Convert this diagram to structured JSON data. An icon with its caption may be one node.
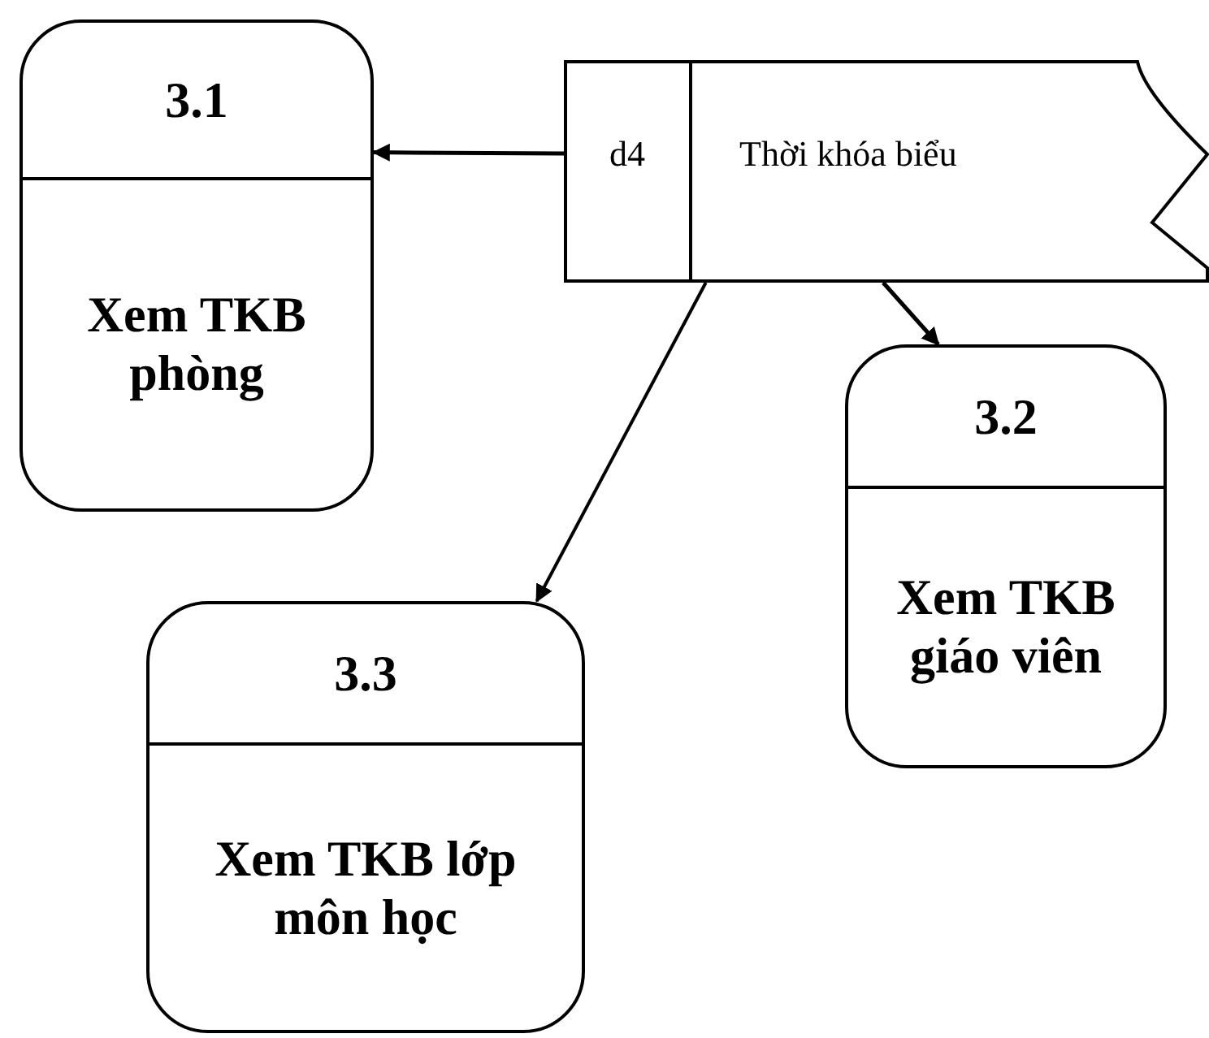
{
  "diagram": {
    "nodes": [
      {
        "text": [
          "d4",
          "Thời khóa biểu"
        ]
      },
      {
        "text": [
          "3.1",
          "Xem TKB phòng"
        ]
      },
      {
        "text": [
          "3.2",
          "Xem TKB giáo viên"
        ]
      },
      {
        "text": [
          "3.3",
          "Xem TKB lớp môn học"
        ]
      }
    ],
    "edges": [
      {
        "from": 0,
        "to": 1,
        "arrow": "to"
      },
      {
        "from": 0,
        "to": 2,
        "arrow": "to"
      },
      {
        "from": 0,
        "to": 3,
        "arrow": "to"
      }
    ]
  }
}
